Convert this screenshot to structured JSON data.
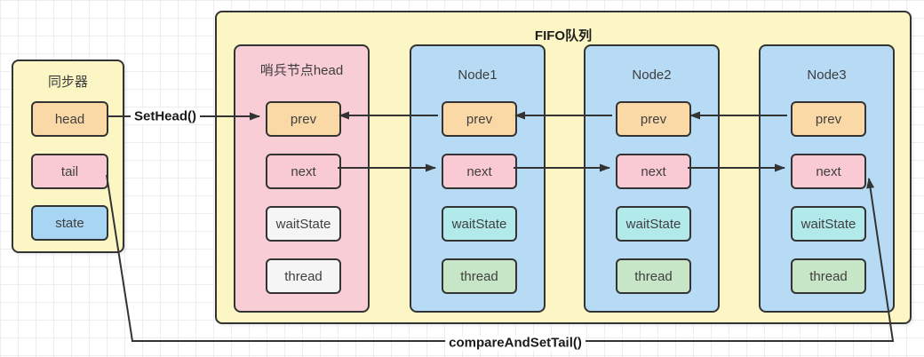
{
  "colors": {
    "canvas_background": "#FFFFFF",
    "grid_line": "#EDEDF2",
    "container_yellow": "#FBF6C3",
    "sentinel_node_pink": "#F9CDD6",
    "node_blue": "#B7DBF4",
    "field_orange": "#FAD9A6",
    "field_pink": "#FACAD4",
    "field_blue": "#A8D5F3",
    "field_cyan": "#B2EAEB",
    "field_green": "#C7E5C7",
    "field_white": "#F5F5F5",
    "border": "#333333"
  },
  "synchronizer": {
    "title": "同步器",
    "fields": [
      {
        "label": "head"
      },
      {
        "label": "tail"
      },
      {
        "label": "state"
      }
    ]
  },
  "fifo": {
    "title": "FIFO队列",
    "nodes": [
      {
        "title": "哨兵节点head",
        "fields": [
          {
            "label": "prev"
          },
          {
            "label": "next"
          },
          {
            "label": "waitState"
          },
          {
            "label": "thread"
          }
        ]
      },
      {
        "title": "Node1",
        "fields": [
          {
            "label": "prev"
          },
          {
            "label": "next"
          },
          {
            "label": "waitState"
          },
          {
            "label": "thread"
          }
        ]
      },
      {
        "title": "Node2",
        "fields": [
          {
            "label": "prev"
          },
          {
            "label": "next"
          },
          {
            "label": "waitState"
          },
          {
            "label": "thread"
          }
        ]
      },
      {
        "title": "Node3",
        "fields": [
          {
            "label": "prev"
          },
          {
            "label": "next"
          },
          {
            "label": "waitState"
          },
          {
            "label": "thread"
          }
        ]
      }
    ]
  },
  "annotations": {
    "set_head": "SetHead()",
    "compare_and_set_tail": "compareAndSetTail()"
  }
}
